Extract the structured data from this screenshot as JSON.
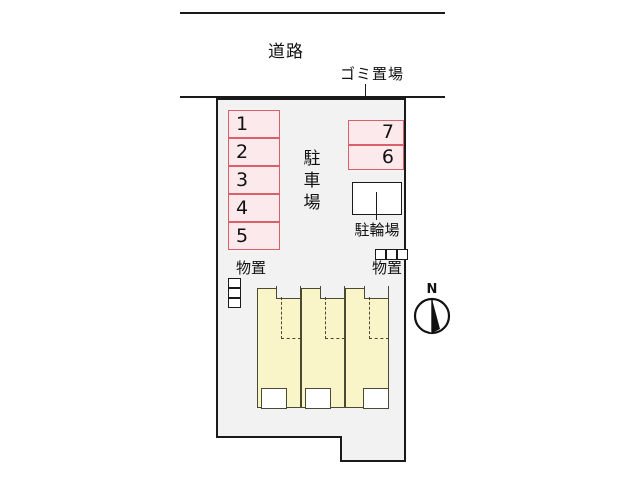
{
  "plan": {
    "road_label": "道路",
    "trash_label": "ゴミ置場",
    "parking_label_chars": [
      "駐",
      "車",
      "場"
    ],
    "parking_label": "駐車場",
    "bicycle_label": "駐輪場",
    "storage_label_left": "物置",
    "storage_label_right": "物置",
    "compass_label": "N",
    "parking_stalls_left": [
      {
        "number": "1"
      },
      {
        "number": "2"
      },
      {
        "number": "3"
      },
      {
        "number": "4"
      },
      {
        "number": "5"
      }
    ],
    "parking_stalls_right": [
      {
        "number": "7"
      },
      {
        "number": "6"
      }
    ],
    "colors": {
      "stall_fill": "#fce9ec",
      "stall_border": "#d9606a",
      "building_fill": "#f9f5c8",
      "building_border": "#4a4a33",
      "site_fill": "#f2f2f2",
      "line": "#1a1a1a",
      "background": "#ffffff"
    }
  }
}
